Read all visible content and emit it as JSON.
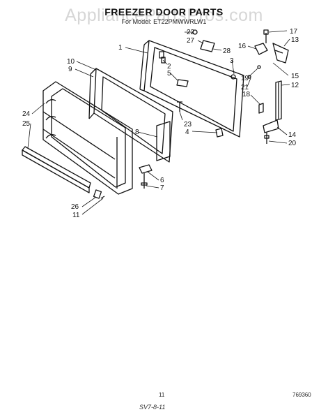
{
  "watermark": "AppliancePartsPros.com",
  "title": "FREEZER DOOR PARTS",
  "subtitle": "For Model: ET22PMWWRLW1",
  "footer": {
    "page_number": "11",
    "drawing_number": "769360",
    "handwritten_note": "SV7-8-11"
  },
  "callouts": [
    {
      "label": "1"
    },
    {
      "label": "22"
    },
    {
      "label": "27"
    },
    {
      "label": "28"
    },
    {
      "label": "16"
    },
    {
      "label": "17"
    },
    {
      "label": "13"
    },
    {
      "label": "10"
    },
    {
      "label": "9"
    },
    {
      "label": "2"
    },
    {
      "label": "5"
    },
    {
      "label": "3"
    },
    {
      "label": "15"
    },
    {
      "label": "19"
    },
    {
      "label": "21"
    },
    {
      "label": "12"
    },
    {
      "label": "18"
    },
    {
      "label": "24"
    },
    {
      "label": "25"
    },
    {
      "label": "8"
    },
    {
      "label": "23"
    },
    {
      "label": "4"
    },
    {
      "label": "14"
    },
    {
      "label": "20"
    },
    {
      "label": "6"
    },
    {
      "label": "7"
    },
    {
      "label": "26"
    },
    {
      "label": "11"
    }
  ]
}
